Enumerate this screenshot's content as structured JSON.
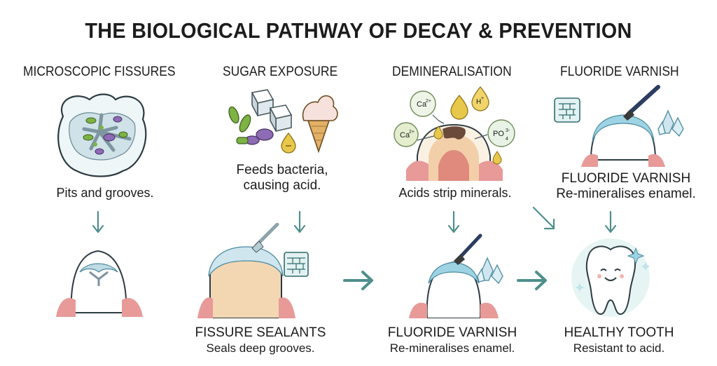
{
  "title": "THE BIOLOGICAL PATHWAY OF DECAY & PREVENTION",
  "headers": {
    "fissures": "MICROSCOPIC FISSURES",
    "sugar": "SUGAR EXPOSURE",
    "demin": "DEMINERALISATION",
    "fluoride": "FLUORIDE VARNISH"
  },
  "captions": {
    "fissures": "Pits and grooves.",
    "sugar_line1": "Feeds bacteria,",
    "sugar_line2": "causing acid.",
    "demin": "Acids strip minerals.",
    "fluoride_title": "FLUORIDE VARNISH",
    "fluoride_desc": "Re-mineralises enamel."
  },
  "bottom": {
    "sealants_title": "FISSURE SEALANTS",
    "sealants_desc": "Seals deep grooves.",
    "varnish_title": "FLUORIDE VARNISH",
    "varnish_desc": "Re-mineralises enamel.",
    "healthy_title": "HEALTHY TOOTH",
    "healthy_desc": "Resistant to acid."
  },
  "ions": {
    "ca": "Ca",
    "ca_sup": "2+",
    "h": "H",
    "h_sup": "+",
    "po": "PO",
    "po_sup": "3-",
    "po_sub": "4"
  },
  "colors": {
    "arrow": "#4f8f8c",
    "gum": "#e79a98",
    "enamel": "#dbeef3",
    "bacteria_green": "#7cb342",
    "bacteria_purple": "#8e6bb5",
    "acid_drop": "#e8c84a",
    "sealant_blue": "#9ed3e3"
  }
}
